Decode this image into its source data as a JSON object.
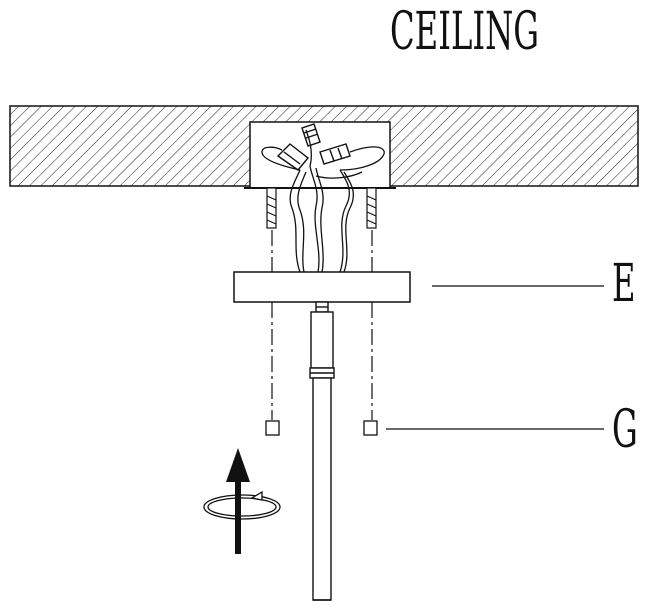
{
  "diagram": {
    "title": "CEILING",
    "labels": {
      "e": "E",
      "g": "G"
    },
    "colors": {
      "stroke": "#111111",
      "background": "#ffffff"
    },
    "icons": [
      "up-arrow-icon",
      "rotate-icon"
    ]
  }
}
